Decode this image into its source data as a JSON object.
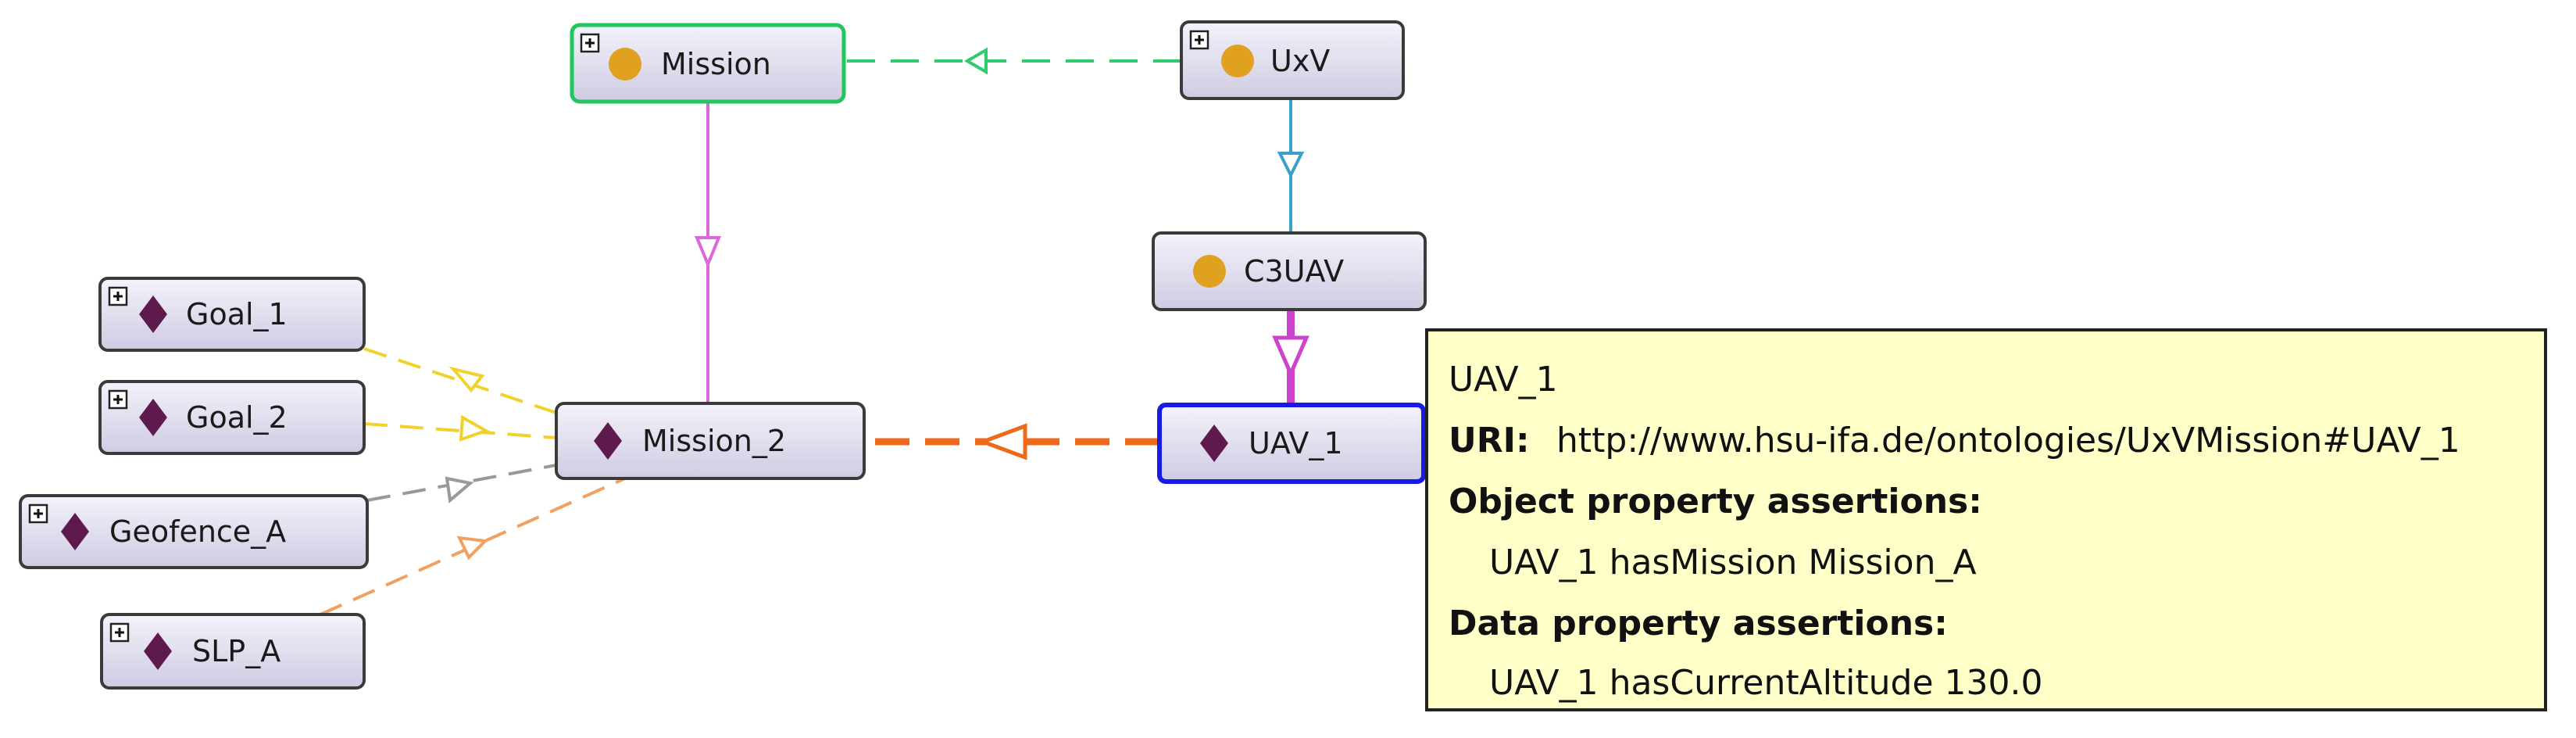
{
  "nodes": {
    "mission": {
      "label": "Mission",
      "icon": "class-circle-icon",
      "expandable": true
    },
    "uxv": {
      "label": "UxV",
      "icon": "class-circle-icon",
      "expandable": true
    },
    "c3uav": {
      "label": "C3UAV",
      "icon": "class-circle-icon",
      "expandable": false
    },
    "goal_1": {
      "label": "Goal_1",
      "icon": "individual-diamond-icon",
      "expandable": true
    },
    "goal_2": {
      "label": "Goal_2",
      "icon": "individual-diamond-icon",
      "expandable": true
    },
    "geofence_a": {
      "label": "Geofence_A",
      "icon": "individual-diamond-icon",
      "expandable": true
    },
    "slp_a": {
      "label": "SLP_A",
      "icon": "individual-diamond-icon",
      "expandable": true
    },
    "mission_2": {
      "label": "Mission_2",
      "icon": "individual-diamond-icon",
      "expandable": false
    },
    "uav_1": {
      "label": "UAV_1",
      "icon": "individual-diamond-icon",
      "expandable": false
    }
  },
  "tooltip": {
    "title": "UAV_1",
    "uri_label": "URI:",
    "uri_value": "http://www.hsu-ifa.de/ontologies/UxVMission#UAV_1",
    "object_heading": "Object property assertions:",
    "object_assertion": "UAV_1 hasMission Mission_A",
    "data_heading": "Data property assertions:",
    "data_assertion": "UAV_1 hasCurrentAltitude 130.0"
  },
  "colors": {
    "class_icon": "#e0a020",
    "individual_icon": "#5e1a4c",
    "node_fill_top": "#f4f2fb",
    "node_fill_bottom": "#cfcbe2",
    "selected_border_mission": "#22c55e",
    "selected_border_uav": "#1a1ae6",
    "tooltip_bg": "#ffffc8",
    "edge_mission_uxv": "#2ecc71",
    "edge_uxv_c3uav": "#3aa0c8",
    "edge_c3uav_uav1": "#cc44cc",
    "edge_mission_mission2": "#dd66dd",
    "edge_goal_1": "#f2d12a",
    "edge_goal_2": "#f2d12a",
    "edge_geofence": "#999999",
    "edge_slp": "#f2a060",
    "edge_uav1_mission2": "#ee6a1a"
  }
}
